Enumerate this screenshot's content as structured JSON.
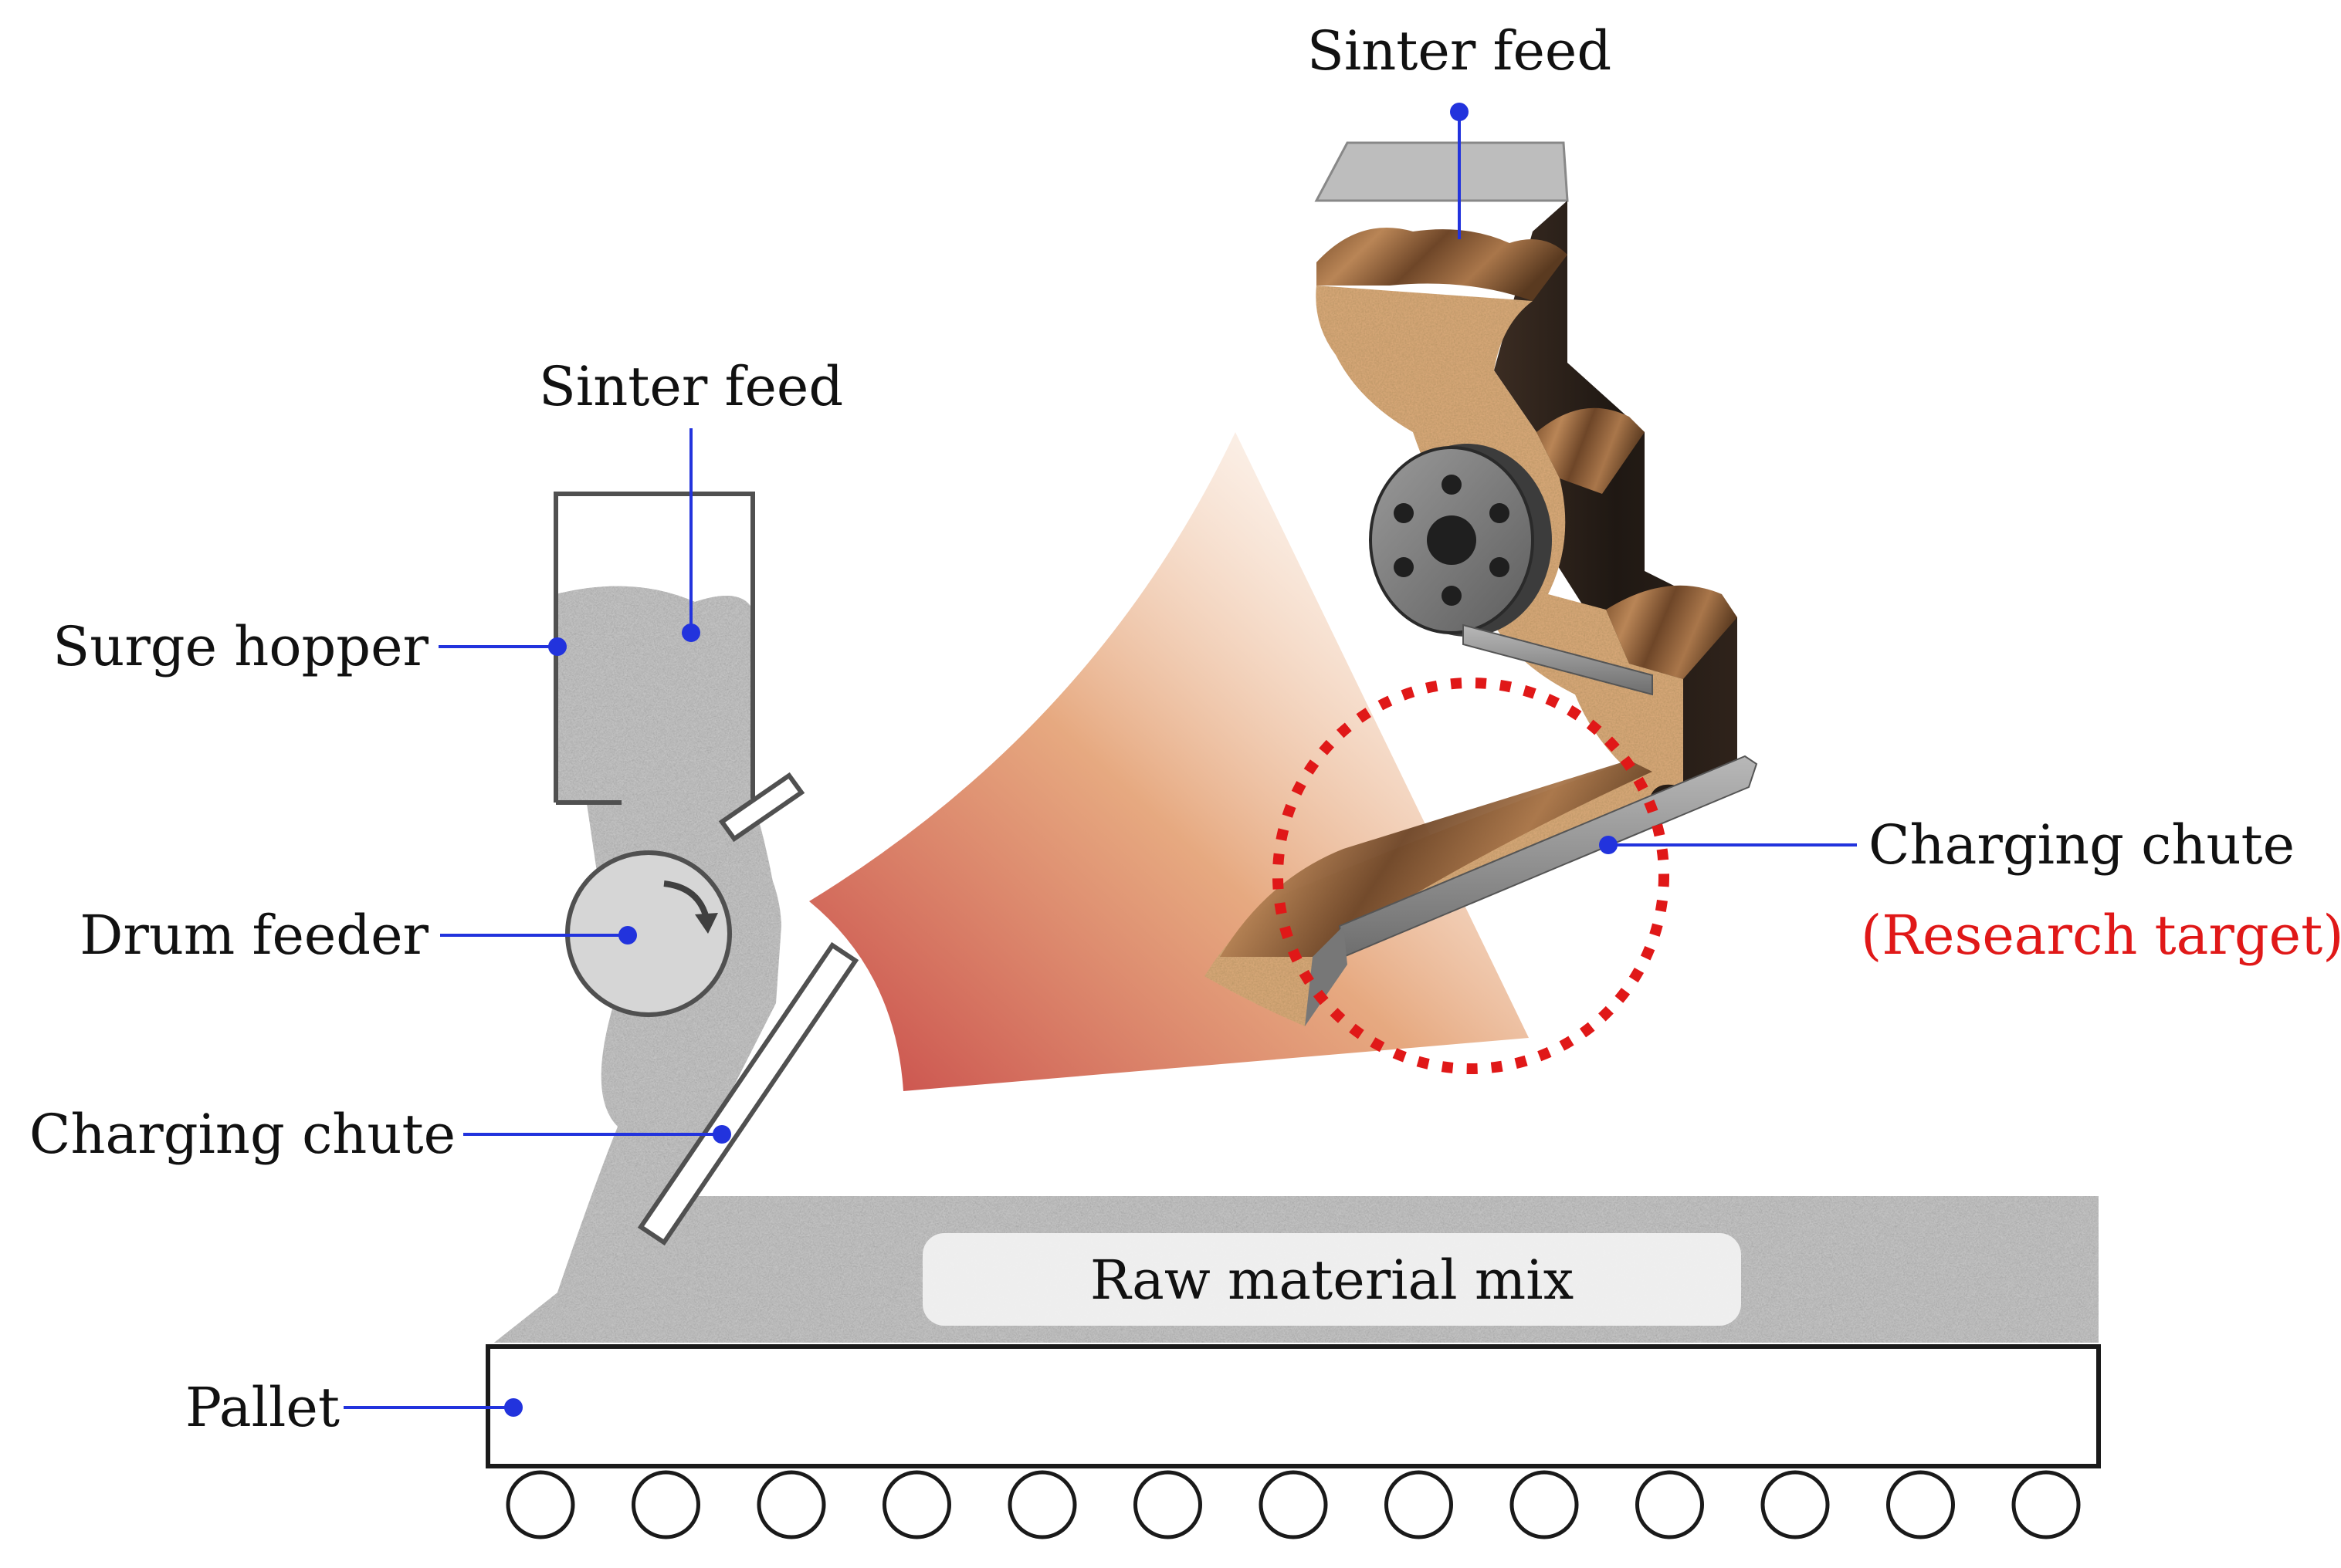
{
  "colors": {
    "leader": "#2233dd",
    "highlight": "#e01818",
    "granular_fill": "#b8b8b8",
    "wood_light": "#c99566",
    "wood_dark": "#2a211c",
    "drum": "#7a7a7a"
  },
  "labels": {
    "sinter_feed_top": "Sinter feed",
    "sinter_feed_left": "Sinter feed",
    "surge_hopper": "Surge hopper",
    "drum_feeder": "Drum feeder",
    "charging_chute_left": "Charging chute",
    "pallet": "Pallet",
    "raw_material_mix": "Raw material mix",
    "charging_chute_right": "Charging chute",
    "research_target": "(Research target)"
  },
  "icons": {
    "drum_rotation": "clockwise-arrow-icon",
    "target_marker": "dashed-circle-icon"
  },
  "pallet_roller_count": 13
}
